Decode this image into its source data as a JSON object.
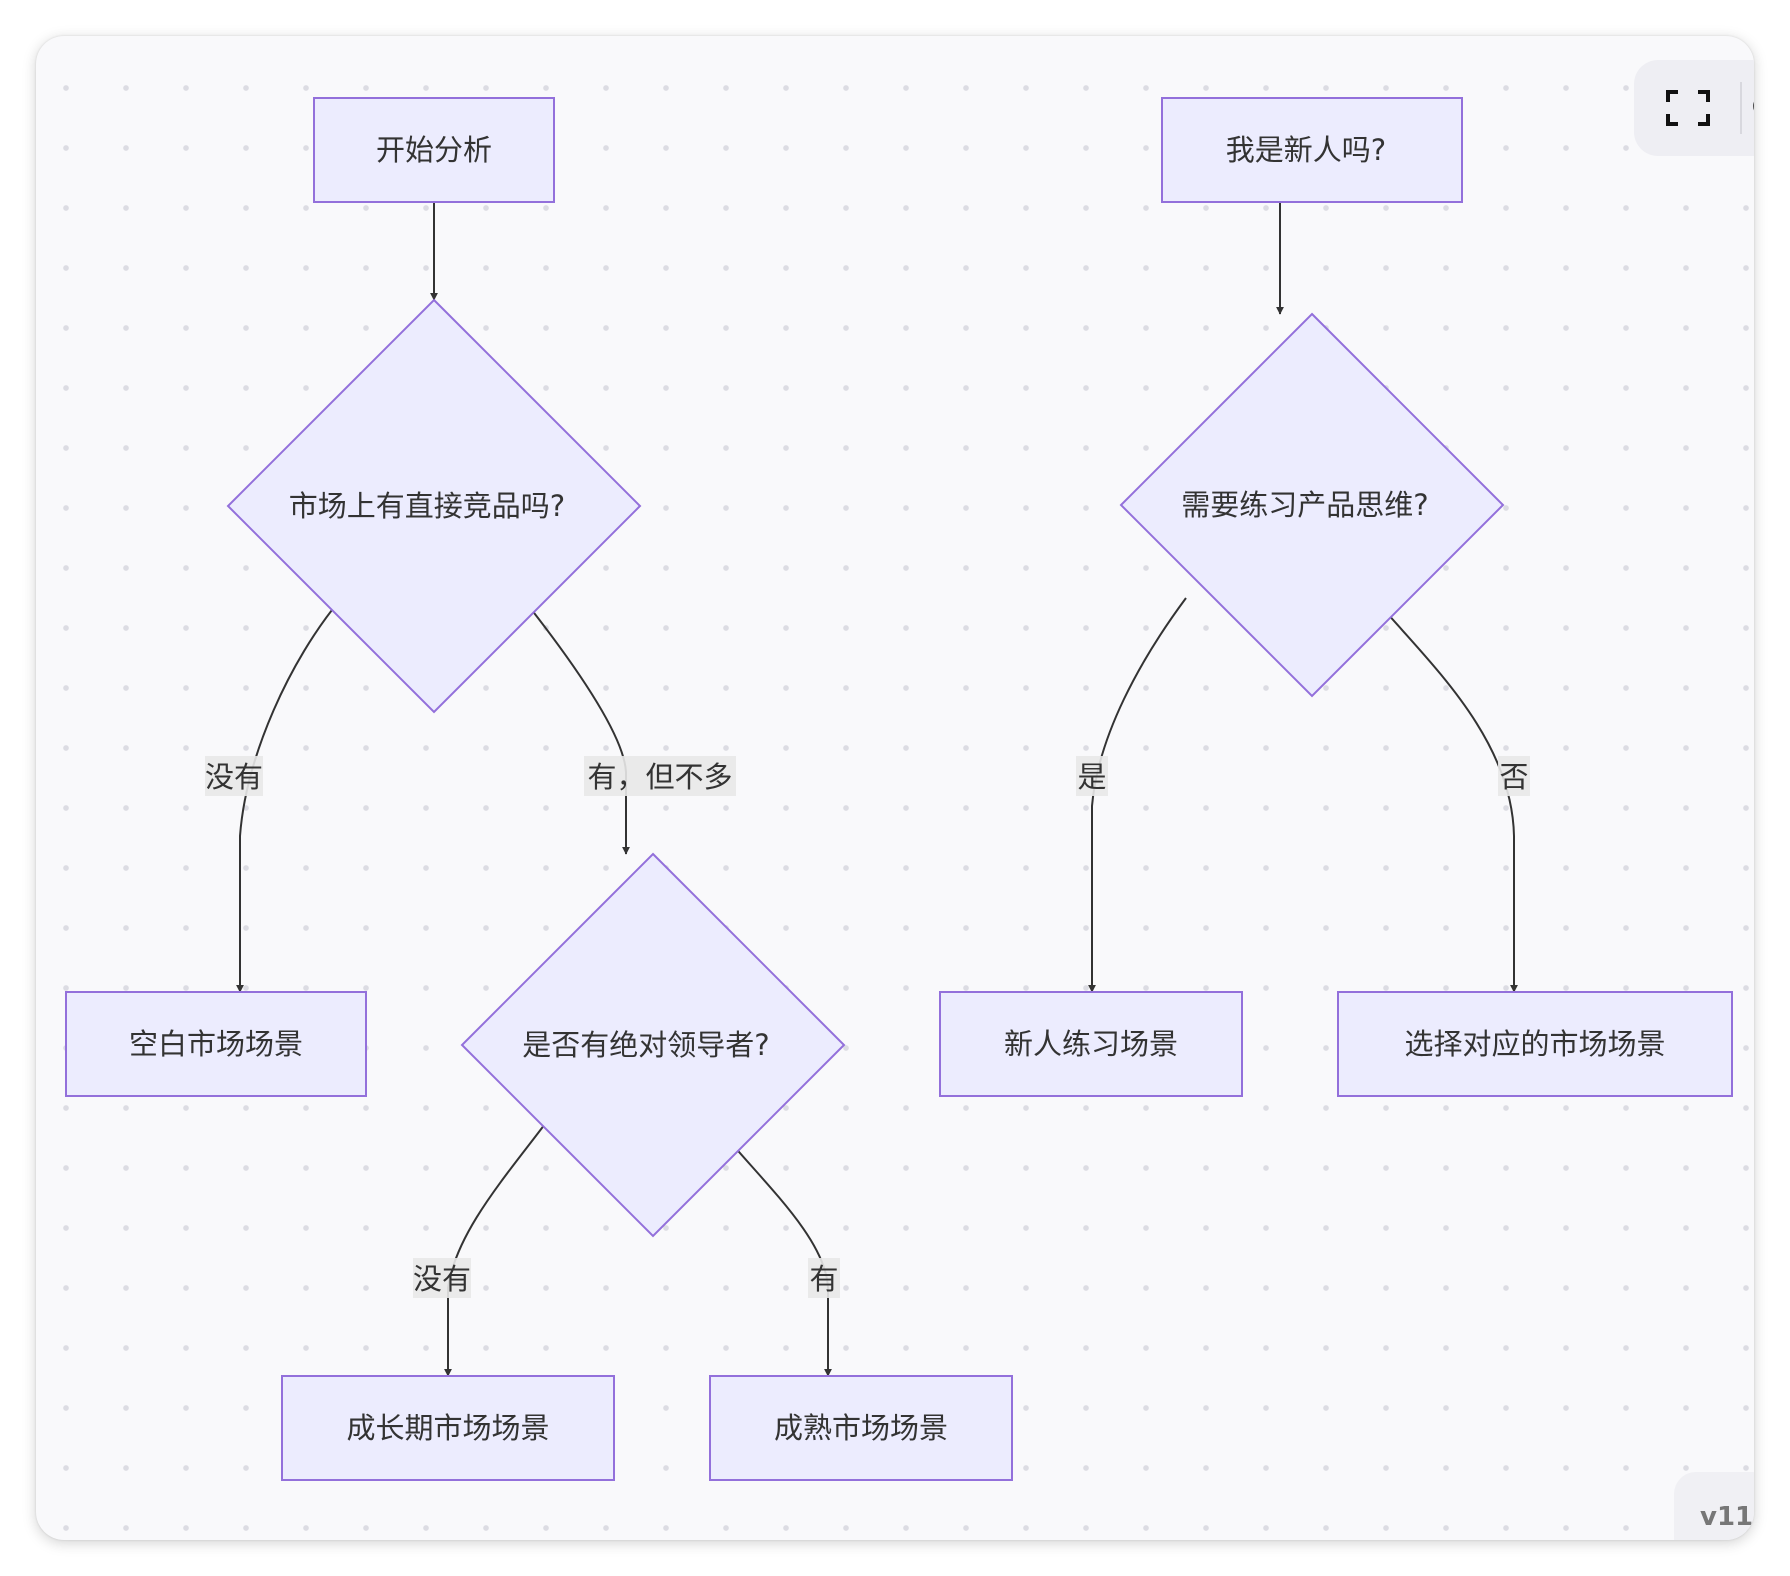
{
  "nodes": {
    "start": "开始分析",
    "q_competitor": "市场上有直接竞品吗?",
    "q_leader": "是否有绝对领导者?",
    "blank_market": "空白市场场景",
    "growth_market": "成长期市场场景",
    "mature_market": "成熟市场场景",
    "q_newbie": "我是新人吗?",
    "q_practice": "需要练习产品思维?",
    "newbie_practice": "新人练习场景",
    "choose_market": "选择对应的市场场景"
  },
  "edges": {
    "competitor_no": "没有",
    "competitor_some": "有，但不多",
    "leader_no": "没有",
    "leader_yes": "有",
    "practice_yes": "是",
    "practice_no": "否"
  },
  "toolbar": {
    "expand_icon": "expand-icon",
    "zoom_icon": "zoom-in-icon"
  },
  "version": "v11",
  "colors": {
    "node_fill": "#ececfe",
    "node_stroke": "#9370db",
    "edge": "#333333",
    "edge_label_bg": "#e8e8e8"
  }
}
